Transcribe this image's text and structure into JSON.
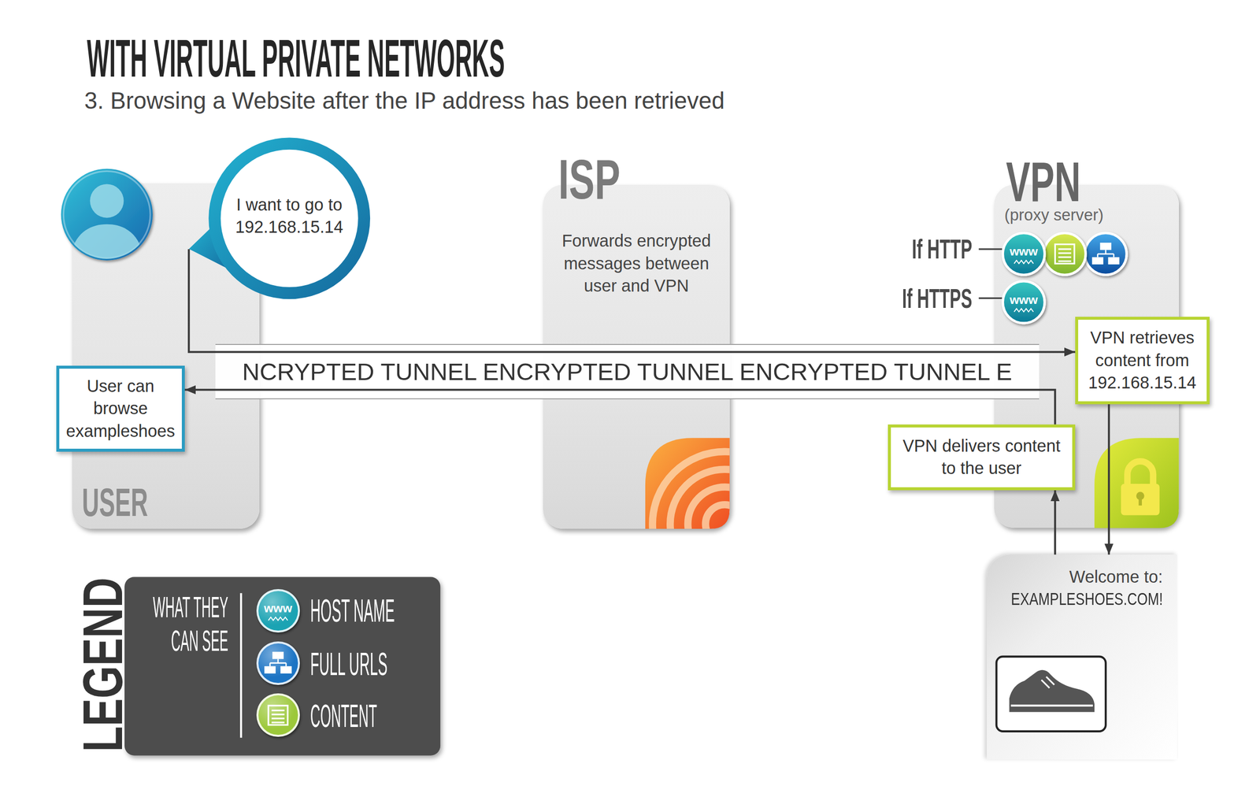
{
  "diagram": {
    "title": "WITH VIRTUAL PRIVATE NETWORKS",
    "nodes": [
      {
        "text": [
          "USER"
        ]
      },
      {
        "text": [
          "I want to go to 192.168.15.14"
        ]
      },
      {
        "text": [
          "User can browse exampleshoes"
        ],
        "in": 0
      },
      {
        "text": [
          "ISP",
          "Forwards encrypted messages between user and VPN"
        ]
      },
      {
        "text": [
          "NCRYPTED TUNNEL ENCRYPTED TUNNEL ENCRYPTED TUNNEL E"
        ]
      },
      {
        "text": [
          "VPN",
          "(proxy server)"
        ]
      },
      {
        "text": [
          "VPN retrieves content from 192.168.15.14"
        ],
        "in": 5
      },
      {
        "text": [
          "VPN delivers content to the user"
        ],
        "in": 5
      },
      {
        "text": [
          "Welcome to:",
          "EXAMPLESHOES.COM!"
        ]
      }
    ],
    "edges": [
      {
        "from": 1,
        "to": 6,
        "arrow": "to"
      },
      {
        "from": 6,
        "to": 8,
        "arrow": "to"
      },
      {
        "from": 8,
        "to": 7,
        "arrow": "to"
      },
      {
        "from": 7,
        "to": 2,
        "arrow": "to"
      }
    ],
    "labels": [
      "3. Browsing a Website after the IP address has been retrieved",
      "If HTTP",
      "www",
      "If HTTPS",
      "www",
      "LEGEND",
      "WHAT THEY CAN SEE",
      "www"
    ],
    "legend": [
      {
        "text": "HOST NAME",
        "color": "#1ba3b3"
      },
      {
        "text": "FULL URLS",
        "color": "#1c74c4"
      },
      {
        "text": "CONTENT",
        "color": "#9cc83a"
      }
    ]
  }
}
